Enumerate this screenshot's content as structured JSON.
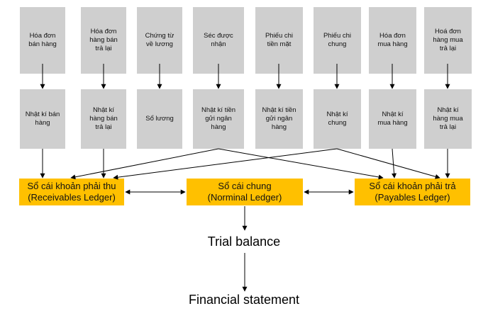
{
  "sources": [
    "Hóa đơn\nbán hàng",
    "Hóa đơn\nhàng bán\ntrả lại",
    "Chứng từ\nvề lương",
    "Séc được\nnhận",
    "Phiếu chi\ntiền mặt",
    "Phiếu chi\nchung",
    "Hóa đơn\nmua hàng",
    "Hoá đơn\nhàng mua\ntrả lại"
  ],
  "journals": [
    "Nhật kí bán\nhàng",
    "Nhật kí\nhàng bán\ntrả lại",
    "Sổ lương",
    "Nhật kí tiền\ngửi ngân\nhàng",
    "Nhật kí tiền\ngửi ngân\nhàng",
    "Nhật kí\nchung",
    "Nhật kí\nmua hàng",
    "Nhật kí\nhàng mua\ntrả lại"
  ],
  "ledgers": {
    "receivables": "Sổ cái khoản phải thu\n(Receivables Ledger)",
    "nominal": "Sổ cái chung\n(Norminal Ledger)",
    "payables": "Sổ cái khoản phải trả\n(Payables Ledger)"
  },
  "trial_balance": "Trial balance",
  "financial_statement": "Financial statement",
  "colors": {
    "box": "#cfcfcf",
    "ledger": "#ffc000",
    "arrow": "#000000"
  }
}
